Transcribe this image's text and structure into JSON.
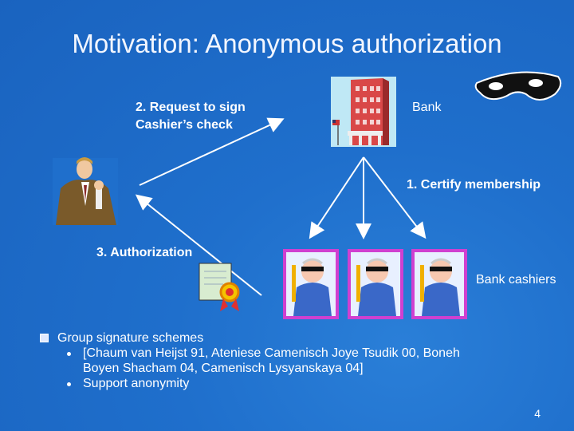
{
  "slide": {
    "title": "Motivation: Anonymous authorization",
    "step2": [
      "2. Request to sign",
      "Cashier’s check"
    ],
    "bank": "Bank",
    "step1": "1. Certify membership",
    "step3": "3. Authorization",
    "cashiers": "Bank cashiers",
    "bullets": [
      {
        "text": "Group signature schemes",
        "sub": [
          "[Chaum van Heijst 91, Ateniese Camenisch Joye Tsudik 00, Boneh",
          "Boyen Shacham 04, Camenisch Lysyanskaya 04]",
          "Support anonymity"
        ]
      }
    ],
    "page_number": "4",
    "icons": [
      "bank-building-icon",
      "mask-icon",
      "person-icon",
      "certificate-icon",
      "cashier-icon"
    ],
    "colors": {
      "background": "#1f6fcc",
      "cashier_frame": "#d040d0"
    }
  }
}
